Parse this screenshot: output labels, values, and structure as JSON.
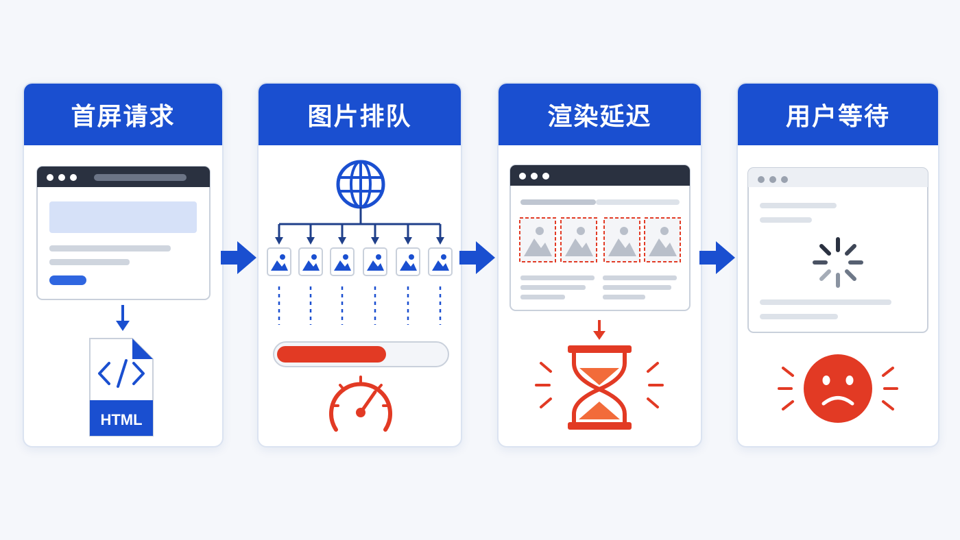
{
  "steps": [
    {
      "title": "首屏请求"
    },
    {
      "title": "图片排队"
    },
    {
      "title": "渲染延迟"
    },
    {
      "title": "用户等待"
    }
  ],
  "html_badge": "HTML",
  "colors": {
    "primary": "#1a4fd0",
    "alert": "#e23a24",
    "dark": "#2a3140",
    "muted": "#c9d0db"
  },
  "icons": {
    "request": [
      "browser-window-icon",
      "down-arrow-icon",
      "html-file-icon"
    ],
    "queue": [
      "globe-icon",
      "image-tile-icon",
      "progress-bar",
      "speedometer-icon"
    ],
    "delay": [
      "browser-window-icon",
      "image-placeholder-icon",
      "hourglass-icon"
    ],
    "wait": [
      "browser-window-icon",
      "loading-spinner-icon",
      "sad-face-icon"
    ]
  },
  "queue_progress": 0.65
}
